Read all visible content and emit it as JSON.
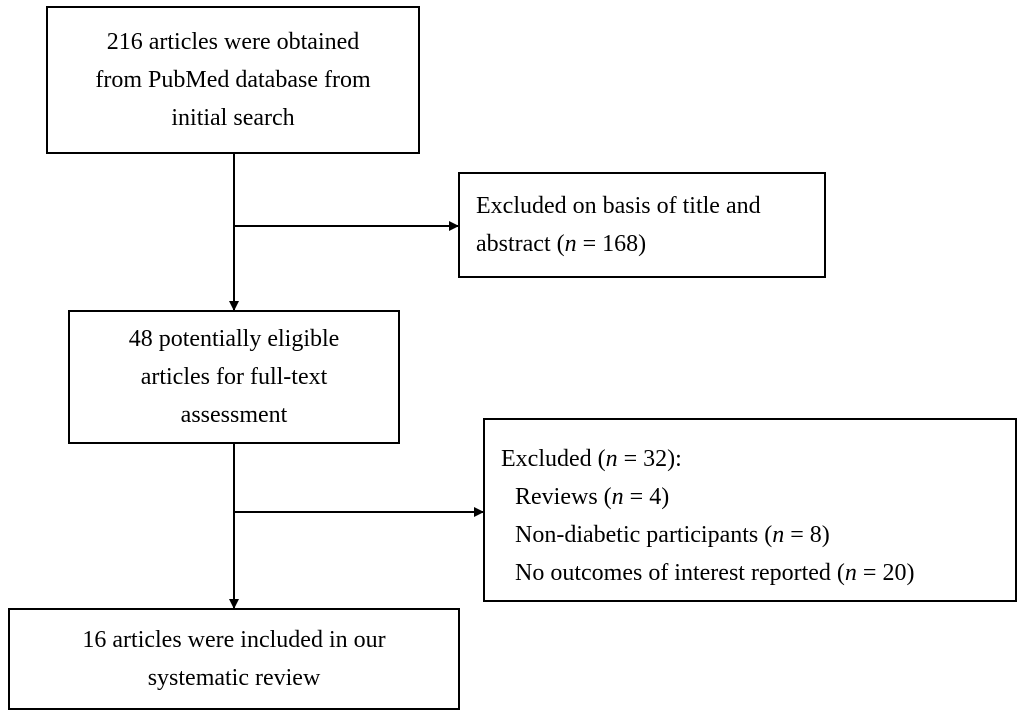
{
  "nodes": {
    "search": {
      "lines": [
        "216 articles were obtained",
        "from PubMed database from",
        "initial search"
      ]
    },
    "excluded_title_abstract": {
      "line1": "Excluded on basis of title and",
      "line2_prefix": "abstract (",
      "n_symbol": "n",
      "line2_suffix": " = 168)"
    },
    "eligible": {
      "lines": [
        "48 potentially eligible",
        "articles for full-text",
        "assessment"
      ]
    },
    "excluded_fulltext": {
      "header_prefix": "Excluded (",
      "n_symbol": "n",
      "header_suffix": " = 32):",
      "reasons": [
        {
          "prefix": "Reviews (",
          "suffix": " = 4)"
        },
        {
          "prefix": "Non-diabetic participants (",
          "suffix": " = 8)"
        },
        {
          "prefix": "No outcomes of interest reported (",
          "suffix": " = 20)"
        }
      ]
    },
    "included": {
      "lines": [
        "16 articles were included in our",
        "systematic review"
      ]
    }
  },
  "colors": {
    "stroke": "#000000",
    "background": "#ffffff"
  }
}
